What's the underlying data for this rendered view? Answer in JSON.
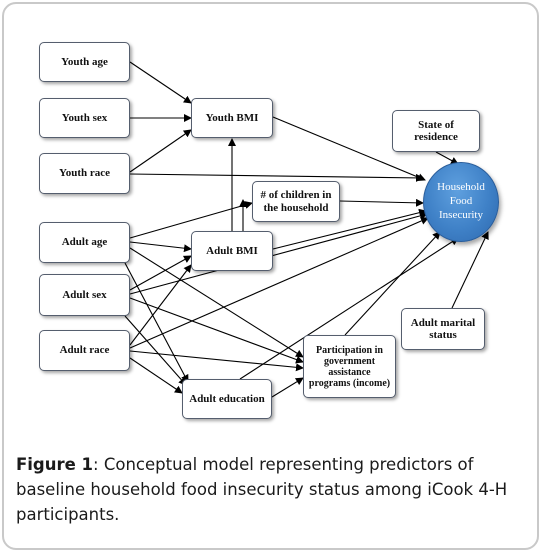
{
  "nodes": {
    "youth_age": "Youth age",
    "youth_sex": "Youth sex",
    "youth_race": "Youth race",
    "youth_bmi": "Youth BMI",
    "state_of_residence": "State of residence",
    "children_in_household": "# of children in the household",
    "household_food_insecurity": "Household Food Insecurity",
    "adult_age": "Adult age",
    "adult_bmi": "Adult BMI",
    "adult_sex": "Adult sex",
    "adult_race": "Adult race",
    "adult_marital_status": "Adult marital status",
    "government_assistance": "Participation in government assistance programs (income)",
    "adult_education": "Adult education"
  },
  "caption": {
    "label": "Figure 1",
    "text": ": Conceptual model representing predictors of baseline household food insecurity status among iCook 4-H participants."
  },
  "colors": {
    "outcome_fill": "#4a8bd0",
    "frame_border": "#c9c9c9",
    "box_border": "#555e6e"
  }
}
